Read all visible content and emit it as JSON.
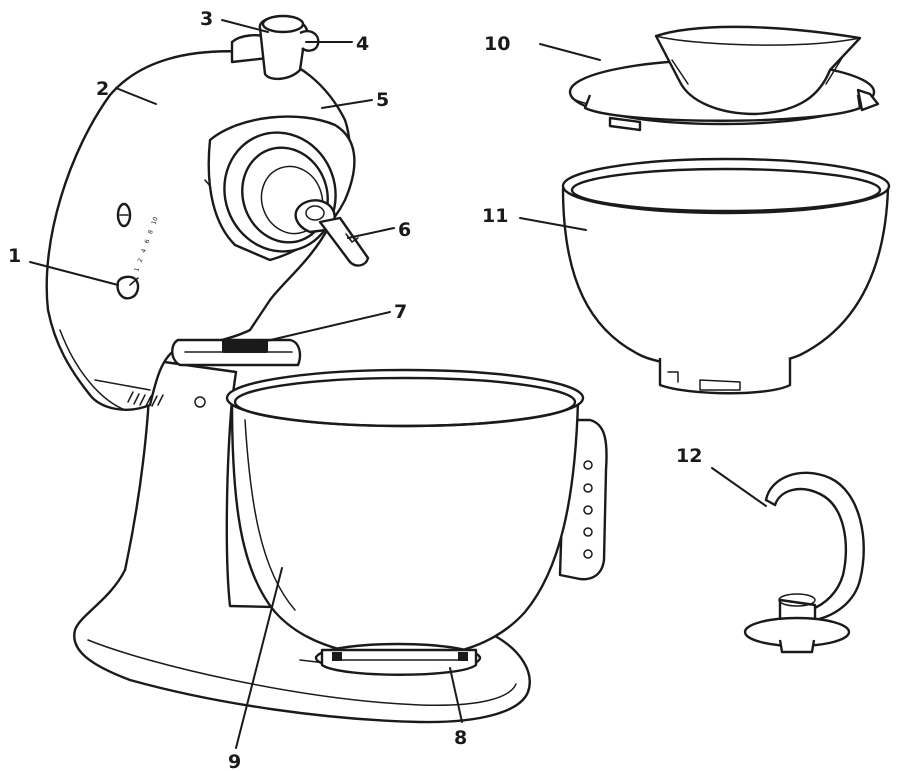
{
  "callouts": [
    {
      "id": "1",
      "label": "1"
    },
    {
      "id": "2",
      "label": "2"
    },
    {
      "id": "3",
      "label": "3"
    },
    {
      "id": "4",
      "label": "4"
    },
    {
      "id": "5",
      "label": "5"
    },
    {
      "id": "6",
      "label": "6"
    },
    {
      "id": "7",
      "label": "7"
    },
    {
      "id": "8",
      "label": "8"
    },
    {
      "id": "9",
      "label": "9"
    },
    {
      "id": "10",
      "label": "10"
    },
    {
      "id": "11",
      "label": "11"
    },
    {
      "id": "12",
      "label": "12"
    }
  ],
  "speed_scale": [
    "1",
    "2",
    "4",
    "6",
    "8",
    "10"
  ]
}
